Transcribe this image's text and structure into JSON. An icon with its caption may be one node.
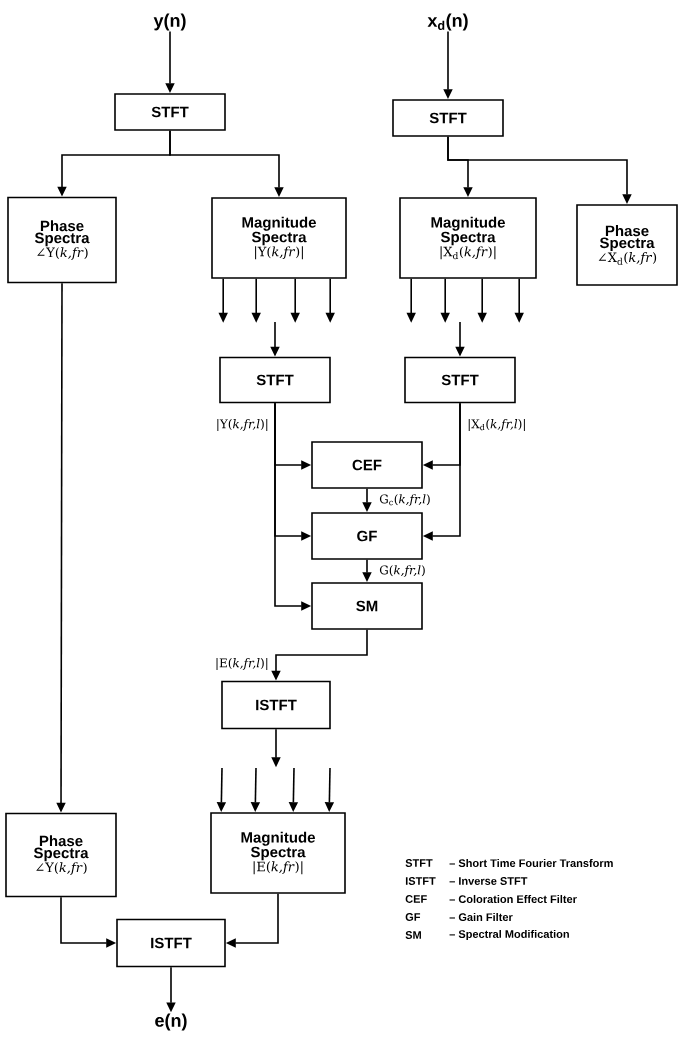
{
  "diagram": {
    "nodes": [
      {
        "text": [
          "y(n)"
        ]
      },
      {
        "text": [
          "x$_{d}$(n)"
        ]
      },
      {
        "text": [
          "STFT"
        ]
      },
      {
        "text": [
          "STFT"
        ]
      },
      {
        "text": [
          "Phase Spectra",
          "∠Y(*k,fr*)"
        ]
      },
      {
        "text": [
          "Magnitude Spectra",
          "|Y(*k,fr*)|"
        ]
      },
      {
        "text": [
          "Magnitude Spectra",
          "|X$_{d}$(*k,fr*)|"
        ]
      },
      {
        "text": [
          "Phase Spectra",
          "∠X$_{d}$(*k,fr*)"
        ]
      },
      {
        "text": [
          "STFT"
        ]
      },
      {
        "text": [
          "STFT"
        ]
      },
      {
        "text": [
          "CEF"
        ]
      },
      {
        "text": [
          "GF"
        ]
      },
      {
        "text": [
          "SM"
        ]
      },
      {
        "text": [
          "ISTFT"
        ]
      },
      {
        "text": [
          "Phase Spectra",
          "∠Y(*k,fr*)"
        ]
      },
      {
        "text": [
          "Magnitude Spectra",
          "|E(*k,fr*)|"
        ]
      },
      {
        "text": [
          "ISTFT"
        ]
      },
      {
        "text": [
          "e(n)"
        ]
      }
    ],
    "edges": [
      {
        "from": 0,
        "to": 2,
        "arrow": "to"
      },
      {
        "from": 1,
        "to": 3,
        "arrow": "to"
      },
      {
        "from": 2,
        "to": 4,
        "arrow": "to"
      },
      {
        "from": 2,
        "to": 5,
        "arrow": "to"
      },
      {
        "from": 3,
        "to": 6,
        "arrow": "to"
      },
      {
        "from": 3,
        "to": 7,
        "arrow": "to"
      },
      {
        "from": 4,
        "to": 14,
        "arrow": "to"
      },
      {
        "from": 5,
        "to": null,
        "arrow": "to"
      },
      {
        "from": 5,
        "to": null,
        "arrow": "to"
      },
      {
        "from": 5,
        "to": null,
        "arrow": "to"
      },
      {
        "from": 5,
        "to": null,
        "arrow": "to"
      },
      {
        "from": null,
        "to": 8,
        "arrow": "to"
      },
      {
        "from": 6,
        "to": null,
        "arrow": "to"
      },
      {
        "from": 6,
        "to": null,
        "arrow": "to"
      },
      {
        "from": 6,
        "to": null,
        "arrow": "to"
      },
      {
        "from": 6,
        "to": null,
        "arrow": "to"
      },
      {
        "from": null,
        "to": 9,
        "arrow": "to"
      },
      {
        "from": 8,
        "to": 10,
        "arrow": "to",
        "label": "|Y(*k,fr,l*)|"
      },
      {
        "from": 8,
        "to": 11,
        "arrow": "to"
      },
      {
        "from": 8,
        "to": 12,
        "arrow": "to"
      },
      {
        "from": 9,
        "to": 10,
        "arrow": "to",
        "label": "|X$_{d}$(*k,fr,l*)|"
      },
      {
        "from": 9,
        "to": 11,
        "arrow": "to"
      },
      {
        "from": 10,
        "to": 11,
        "arrow": "to",
        "label": "G$_{c}$(*k,fr,l*)"
      },
      {
        "from": 11,
        "to": 12,
        "arrow": "to",
        "label": "G(*k,fr,l*)"
      },
      {
        "from": 12,
        "to": 13,
        "arrow": "to",
        "label": "|E(*k,fr,l*)|"
      },
      {
        "from": 13,
        "to": null,
        "arrow": "to"
      },
      {
        "from": null,
        "to": 15,
        "arrow": "to"
      },
      {
        "from": null,
        "to": 15,
        "arrow": "to"
      },
      {
        "from": null,
        "to": 15,
        "arrow": "to"
      },
      {
        "from": null,
        "to": 15,
        "arrow": "to"
      },
      {
        "from": 14,
        "to": 16,
        "arrow": "to"
      },
      {
        "from": 15,
        "to": 16,
        "arrow": "to"
      },
      {
        "from": 16,
        "to": 17,
        "arrow": "to"
      }
    ],
    "labels": [
      "STFT",
      "– Short Time Fourier Transform",
      "ISTFT",
      "– Inverse STFT",
      "CEF",
      "– Coloration Effect Filter",
      "GF",
      "– Gain Filter",
      "SM",
      "– Spectral Modification"
    ]
  }
}
